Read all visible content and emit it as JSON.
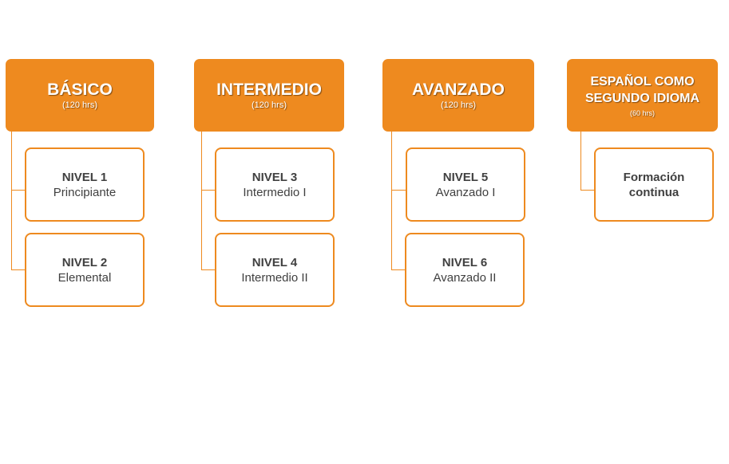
{
  "colors": {
    "accent": "#EE8A1F",
    "text_dark": "#404040",
    "header_text": "#FFFFFF"
  },
  "columns": [
    {
      "title": "BÁSICO",
      "hours": "(120 hrs)",
      "items": [
        {
          "level": "NIVEL 1",
          "name": "Principiante"
        },
        {
          "level": "NIVEL 2",
          "name": "Elemental"
        }
      ]
    },
    {
      "title": "INTERMEDIO",
      "hours": "(120 hrs)",
      "items": [
        {
          "level": "NIVEL 3",
          "name": "Intermedio I"
        },
        {
          "level": "NIVEL 4",
          "name": "Intermedio II"
        }
      ]
    },
    {
      "title": "AVANZADO",
      "hours": "(120 hrs)",
      "items": [
        {
          "level": "NIVEL 5",
          "name": "Avanzado I"
        },
        {
          "level": "NIVEL 6",
          "name": "Avanzado II"
        }
      ]
    },
    {
      "title_line1": "ESPAÑOL COMO",
      "title_line2": "SEGUNDO IDIOMA",
      "hours": "(60 hrs)",
      "items": [
        {
          "line1": "Formación",
          "line2": "continua"
        }
      ]
    }
  ]
}
